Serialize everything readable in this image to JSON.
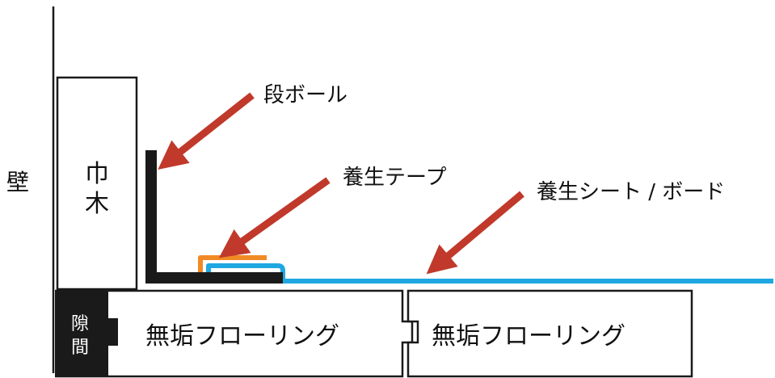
{
  "labels": {
    "wall": "壁",
    "baseboard_line1": "巾",
    "baseboard_line2": "木",
    "gap_line1": "隙",
    "gap_line2": "間",
    "floor_left": "無垢フローリング",
    "floor_right": "無垢フローリング",
    "cardboard": "段ボール",
    "tape": "養生テープ",
    "sheet": "養生シート / ボード"
  },
  "colors": {
    "arrow": "#c0392b",
    "tape": "#f08a24",
    "sheet": "#1ea7e1",
    "cardboard": "#1a1a1a",
    "outline": "#1a1a1a",
    "gap_fill": "#1a1a1a",
    "background": "#ffffff"
  }
}
